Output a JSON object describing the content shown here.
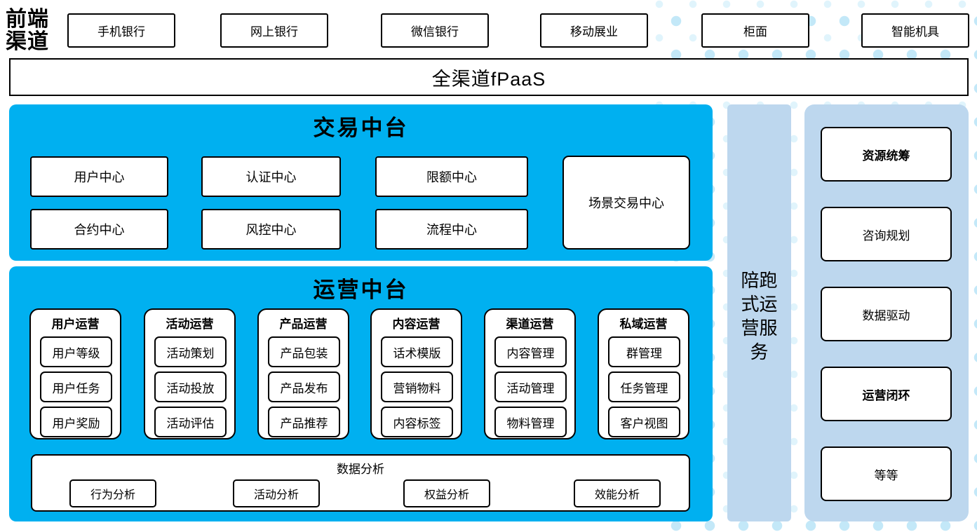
{
  "front_channels": {
    "label": "前端渠道",
    "items": [
      "手机银行",
      "网上银行",
      "微信银行",
      "移动展业",
      "柜面",
      "智能机具"
    ]
  },
  "fpaas_bar": {
    "label": "全渠道fPaaS"
  },
  "trade_platform": {
    "title": "交易中台",
    "boxes_row1": [
      "用户中心",
      "认证中心",
      "限额中心"
    ],
    "boxes_row2": [
      "合约中心",
      "风控中心",
      "流程中心"
    ],
    "tall_box": "场景交易中心"
  },
  "operation_platform": {
    "title": "运营中台",
    "columns": [
      {
        "title": "用户运营",
        "items": [
          "用户等级",
          "用户任务",
          "用户奖励"
        ]
      },
      {
        "title": "活动运营",
        "items": [
          "活动策划",
          "活动投放",
          "活动评估"
        ]
      },
      {
        "title": "产品运营",
        "items": [
          "产品包装",
          "产品发布",
          "产品推荐"
        ]
      },
      {
        "title": "内容运营",
        "items": [
          "话术模版",
          "营销物料",
          "内容标签"
        ]
      },
      {
        "title": "渠道运营",
        "items": [
          "内容管理",
          "活动管理",
          "物料管理"
        ]
      },
      {
        "title": "私域运营",
        "items": [
          "群管理",
          "任务管理",
          "客户视图"
        ]
      }
    ],
    "data_analysis": {
      "title": "数据分析",
      "items": [
        "行为分析",
        "活动分析",
        "权益分析",
        "效能分析"
      ]
    }
  },
  "side_service": {
    "label": "陪跑式运营服务"
  },
  "right_panel": {
    "items": [
      {
        "label": "资源统筹",
        "bold": true
      },
      {
        "label": "咨询规划",
        "bold": false
      },
      {
        "label": "数据驱动",
        "bold": false
      },
      {
        "label": "运营闭环",
        "bold": true
      },
      {
        "label": "等等",
        "bold": false
      }
    ]
  },
  "colors": {
    "bright_blue": "#00B0F0",
    "light_blue": "#BDD7EE",
    "dot_color_dark": "#C3E8F8",
    "dot_color_light": "#E0F4FC"
  }
}
